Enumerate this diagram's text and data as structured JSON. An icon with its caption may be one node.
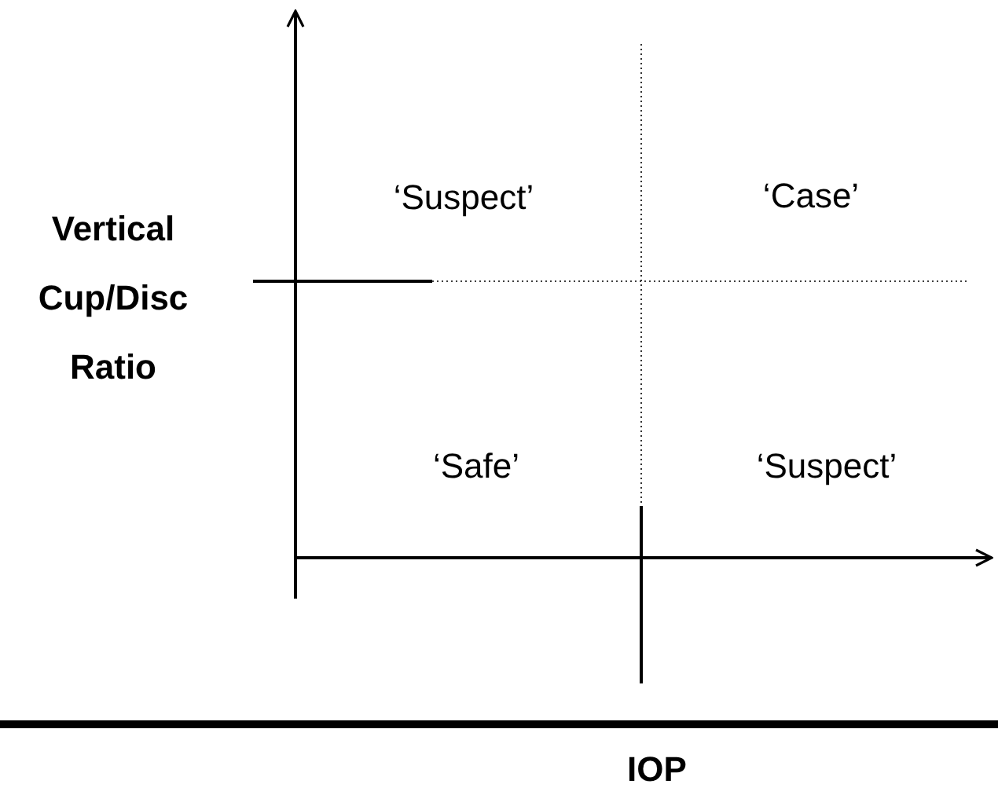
{
  "diagram": {
    "labels": [
      "Vertical Cup/Disc Ratio",
      "‘Suspect’",
      "‘Case’",
      "‘Safe’",
      "‘Suspect’",
      "IOP"
    ]
  }
}
